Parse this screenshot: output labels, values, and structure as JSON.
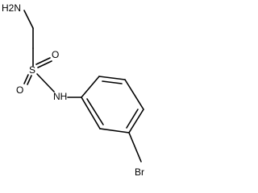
{
  "molecule": {
    "labels": {
      "amine": "H2N",
      "sulfur": "S",
      "oxygen_top": "O",
      "oxygen_left": "O",
      "sulfonamide_nh": "NH",
      "bromine": "Br"
    }
  },
  "colors": {
    "bond": "#000000",
    "text": "#000000",
    "background": "#ffffff"
  }
}
